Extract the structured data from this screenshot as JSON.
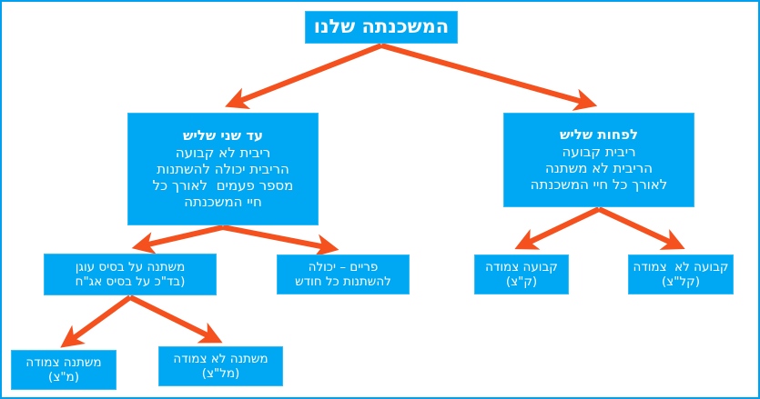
{
  "diagram": {
    "title_text": "המשכנתה שלנו",
    "accent_color": "#f4511e",
    "box_color": "#00a8f3",
    "box_border_color": "#33bdf8",
    "text_color": "#ffffff",
    "canvas_border_color": "#00a0f0",
    "background_color": "#ffffff"
  },
  "nodes": {
    "root": {
      "name": "our-mortgage",
      "heading": "המשכנתה שלנו"
    },
    "two_thirds": {
      "name": "up-to-two-thirds",
      "heading": "עד שני שליש",
      "lines": [
        "ריבית לא קבועה",
        "הריבית יכולה להשתנות",
        "מספר פעמים  לאורך כל",
        "חיי המשכנתה"
      ]
    },
    "one_third": {
      "name": "at-least-one-third",
      "heading": "לפחות שליש",
      "lines": [
        "ריבית קבועה",
        "הריבית לא משתנה",
        "לאורך כל חיי המשכנתה"
      ]
    },
    "anchor": {
      "name": "anchor-based-variable",
      "lines": [
        "משתנה על בסיס עוגן",
        "(בד\"כ על בסיס אג\"ח"
      ]
    },
    "prime": {
      "name": "prime-rate",
      "lines": [
        "פריים – יכולה",
        "להשתנות כל חודש"
      ]
    },
    "fixed_linked": {
      "name": "fixed-index-linked",
      "lines": [
        "קבועה צמודה",
        "(ק\"צ)"
      ]
    },
    "fixed_unlinked": {
      "name": "fixed-not-linked",
      "lines": [
        "קבועה לא  צמודה",
        "(קל\"צ)"
      ]
    },
    "variable_linked": {
      "name": "variable-index-linked",
      "lines": [
        "משתנה צמודה",
        "(מ\"צ)"
      ]
    },
    "variable_unlinked": {
      "name": "variable-not-linked",
      "lines": [
        "משתנה לא צמודה",
        "(מל\"צ)"
      ]
    }
  },
  "edges": [
    {
      "name": "edge-root-to-two-thirds",
      "from": "root",
      "to": "two_thirds"
    },
    {
      "name": "edge-root-to-one-third",
      "from": "root",
      "to": "one_third"
    },
    {
      "name": "edge-two-thirds-to-anchor",
      "from": "two_thirds",
      "to": "anchor"
    },
    {
      "name": "edge-two-thirds-to-prime",
      "from": "two_thirds",
      "to": "prime"
    },
    {
      "name": "edge-one-third-to-fixed-linked",
      "from": "one_third",
      "to": "fixed_linked"
    },
    {
      "name": "edge-one-third-to-fixed-unlinked",
      "from": "one_third",
      "to": "fixed_unlinked"
    },
    {
      "name": "edge-anchor-to-variable-linked",
      "from": "anchor",
      "to": "variable_linked"
    },
    {
      "name": "edge-anchor-to-variable-unlinked",
      "from": "anchor",
      "to": "variable_unlinked"
    }
  ]
}
